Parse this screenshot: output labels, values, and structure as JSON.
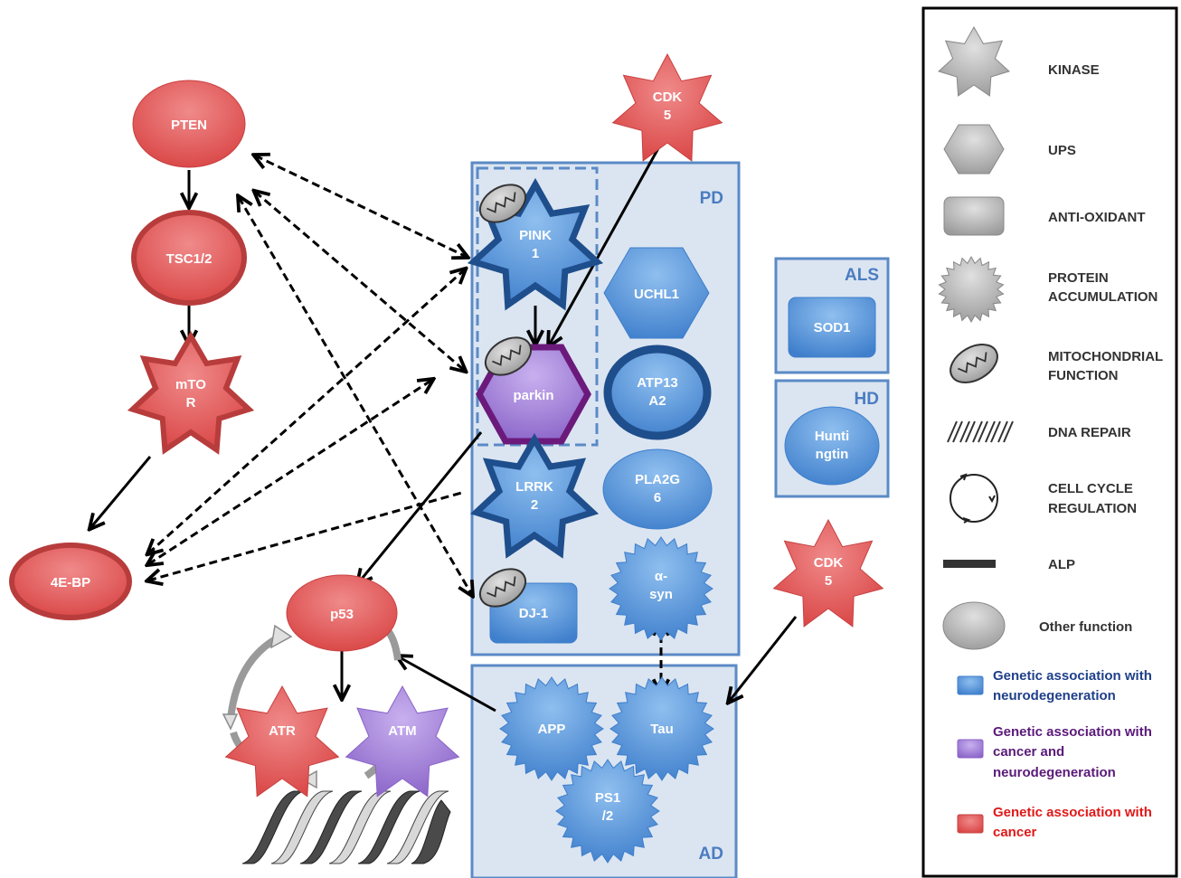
{
  "groups": {
    "pd": "PD",
    "als": "ALS",
    "hd": "HD",
    "ad": "AD"
  },
  "nodes": {
    "pten": "PTEN",
    "tsc": "TSC1/2",
    "mtor": [
      "mTO",
      "R"
    ],
    "ebp": "4E-BP",
    "p53": "p53",
    "atr": "ATR",
    "atm": "ATM",
    "cdk5_top": [
      "CDK",
      "5"
    ],
    "cdk5_right": [
      "CDK",
      "5"
    ],
    "pink1": [
      "PINK",
      "1"
    ],
    "uchl1": "UCHL1",
    "parkin": "parkin",
    "atp13a2": [
      "ATP13",
      "A2"
    ],
    "lrrk2": [
      "LRRK",
      "2"
    ],
    "pla2g6": [
      "PLA2G",
      "6"
    ],
    "dj1": "DJ-1",
    "asyn": [
      "α-",
      "syn"
    ],
    "sod1": "SOD1",
    "huntingtin": [
      "Hunti",
      "ngtin"
    ],
    "app": "APP",
    "tau": "Tau",
    "ps12": [
      "PS1",
      "/2"
    ]
  },
  "legend": {
    "shape_items": [
      {
        "icon": "kinase-star-icon",
        "label": [
          "KINASE"
        ]
      },
      {
        "icon": "ups-hexagon-icon",
        "label": [
          "UPS"
        ]
      },
      {
        "icon": "antioxidant-rounded-rect-icon",
        "label": [
          "ANTI-OXIDANT"
        ]
      },
      {
        "icon": "protein-accumulation-burst-icon",
        "label": [
          "PROTEIN",
          "ACCUMULATION"
        ]
      },
      {
        "icon": "mitochondrion-icon",
        "label": [
          "MITOCHONDRIAL",
          "FUNCTION"
        ]
      },
      {
        "icon": "dna-helix-icon",
        "label": [
          "DNA REPAIR"
        ]
      },
      {
        "icon": "cell-cycle-circle-icon",
        "label": [
          "CELL CYCLE",
          "REGULATION"
        ]
      },
      {
        "icon": "alp-bar-icon",
        "label": [
          "ALP"
        ]
      },
      {
        "icon": "other-ellipse-icon",
        "label": [
          "Other function"
        ]
      }
    ],
    "color_items": [
      {
        "color": "#4f8fd8",
        "text_color": "#1f3f8a",
        "label": [
          "Genetic association with",
          "neurodegeneration"
        ]
      },
      {
        "color": "#a181d6",
        "text_color": "#5b1a7a",
        "label": [
          "Genetic association with",
          "cancer and",
          "neurodegeneration"
        ]
      },
      {
        "color": "#e55a5a",
        "text_color": "#e01818",
        "label": [
          "Genetic association with",
          "cancer"
        ]
      }
    ]
  },
  "colors": {
    "red": "#e55a5a",
    "blue": "#5595dc",
    "purple": "#a886dc",
    "box_fill": "#dbe5f1",
    "box_stroke": "#5b8ac6",
    "navy": "#1f4e8c",
    "parkin_border": "#6b1a7b",
    "gray": "#bdbdbd"
  }
}
